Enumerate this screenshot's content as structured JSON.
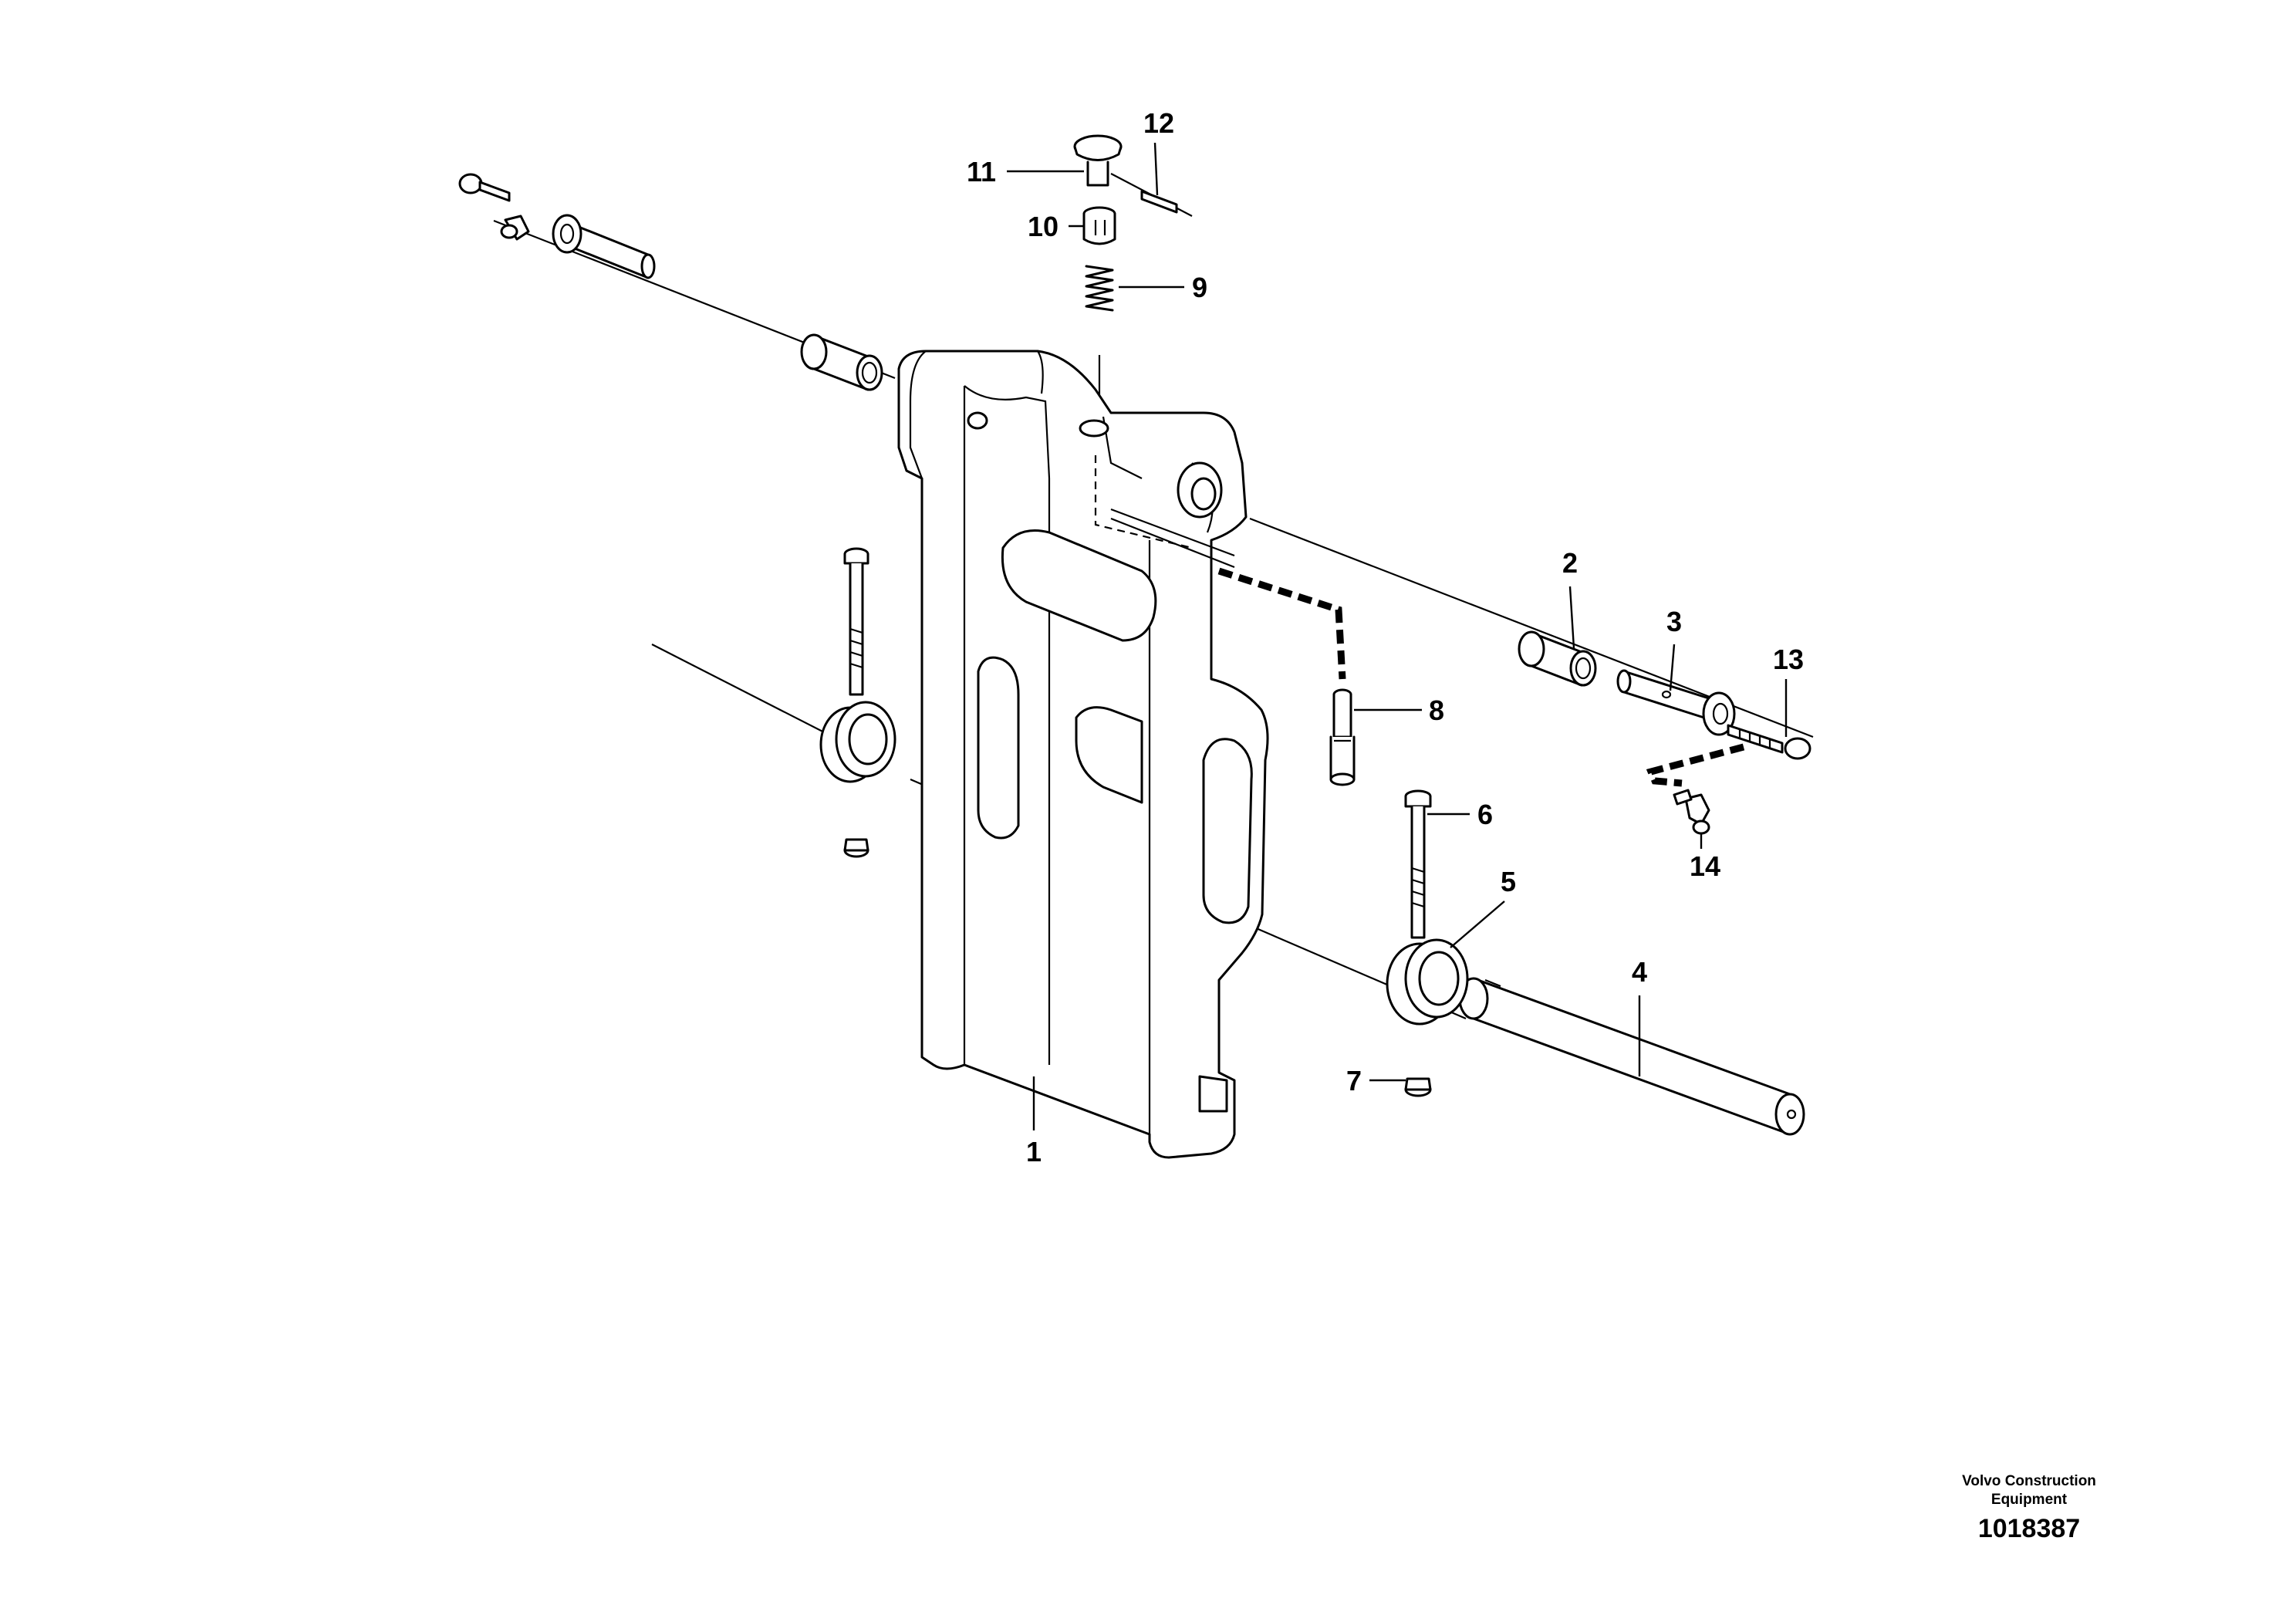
{
  "callouts": [
    "1",
    "2",
    "3",
    "4",
    "5",
    "6",
    "7",
    "8",
    "9",
    "10",
    "11",
    "12",
    "13",
    "14"
  ],
  "footer": {
    "company_line1": "Volvo Construction",
    "company_line2": "Equipment",
    "drawing_number": "1018387"
  },
  "colors": {
    "line": "#000000",
    "background": "#ffffff"
  }
}
